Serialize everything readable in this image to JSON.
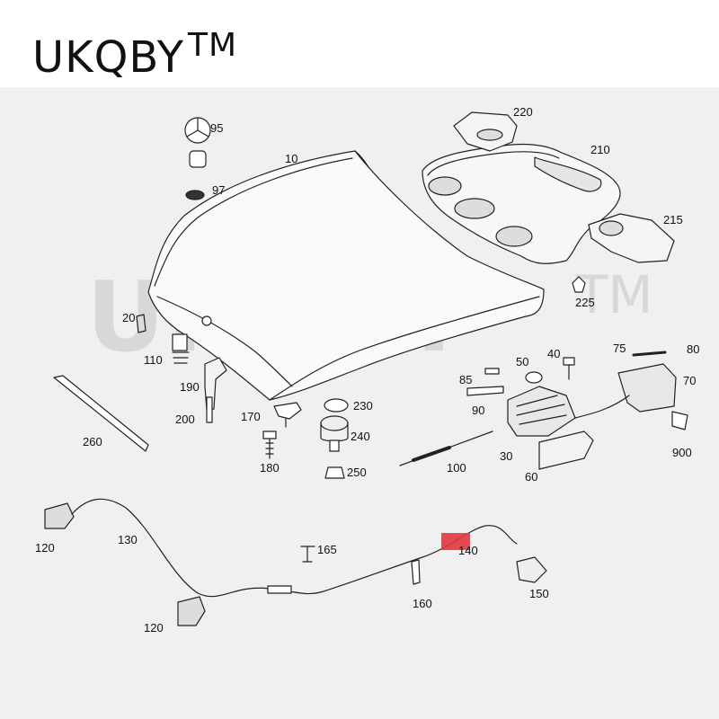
{
  "brand": {
    "name": "UKQBY",
    "tm": "TM"
  },
  "watermark": {
    "text": "UKQBY",
    "tm": "TM"
  },
  "diagram": {
    "labels": [
      "95",
      "97",
      "10",
      "20",
      "110",
      "190",
      "200",
      "170",
      "230",
      "240",
      "180",
      "250",
      "260",
      "220",
      "210",
      "215",
      "225",
      "75",
      "80",
      "70",
      "40",
      "50",
      "85",
      "90",
      "30",
      "100",
      "60",
      "900",
      "120",
      "130",
      "165",
      "140",
      "150",
      "160",
      "120"
    ]
  },
  "colors": {
    "highlight": "#e2363d",
    "panel": "#f0f0f0",
    "line": "#222222"
  }
}
